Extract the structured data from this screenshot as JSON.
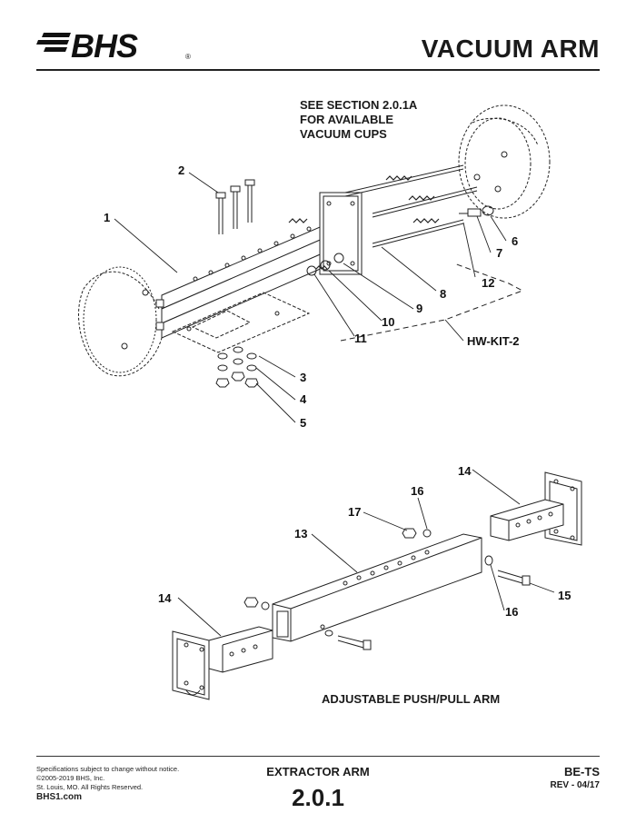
{
  "header": {
    "logo_text": "BHS",
    "logo_reg": "®",
    "title": "VACUUM ARM"
  },
  "note": {
    "lines": [
      "SEE SECTION 2.0.1A",
      "FOR AVAILABLE",
      "VACUUM CUPS"
    ]
  },
  "kit_label": "HW-KIT-2",
  "callouts": [
    {
      "id": "c1",
      "label": "1"
    },
    {
      "id": "c2",
      "label": "2"
    },
    {
      "id": "c3",
      "label": "3"
    },
    {
      "id": "c4",
      "label": "4"
    },
    {
      "id": "c5",
      "label": "5"
    },
    {
      "id": "c6",
      "label": "6"
    },
    {
      "id": "c7",
      "label": "7"
    },
    {
      "id": "c8",
      "label": "8"
    },
    {
      "id": "c9",
      "label": "9"
    },
    {
      "id": "c10",
      "label": "10"
    },
    {
      "id": "c11",
      "label": "11"
    },
    {
      "id": "c12",
      "label": "12"
    },
    {
      "id": "c13",
      "label": "13"
    },
    {
      "id": "c14a",
      "label": "14"
    },
    {
      "id": "c14b",
      "label": "14"
    },
    {
      "id": "c15",
      "label": "15"
    },
    {
      "id": "c16a",
      "label": "16"
    },
    {
      "id": "c16b",
      "label": "16"
    },
    {
      "id": "c17",
      "label": "17"
    }
  ],
  "caption_push_pull": "ADJUSTABLE PUSH/PULL ARM",
  "footer": {
    "disclaimer": "Specifications subject to change without notice.",
    "copyright": "©2005-2019 BHS, Inc.",
    "rights": "St. Louis, MO.  All Rights Reserved.",
    "site": "BHS1.com",
    "section_name": "EXTRACTOR ARM",
    "section_number": "2.0.1",
    "doc_code": "BE-TS",
    "revision": "REV - 04/17"
  }
}
